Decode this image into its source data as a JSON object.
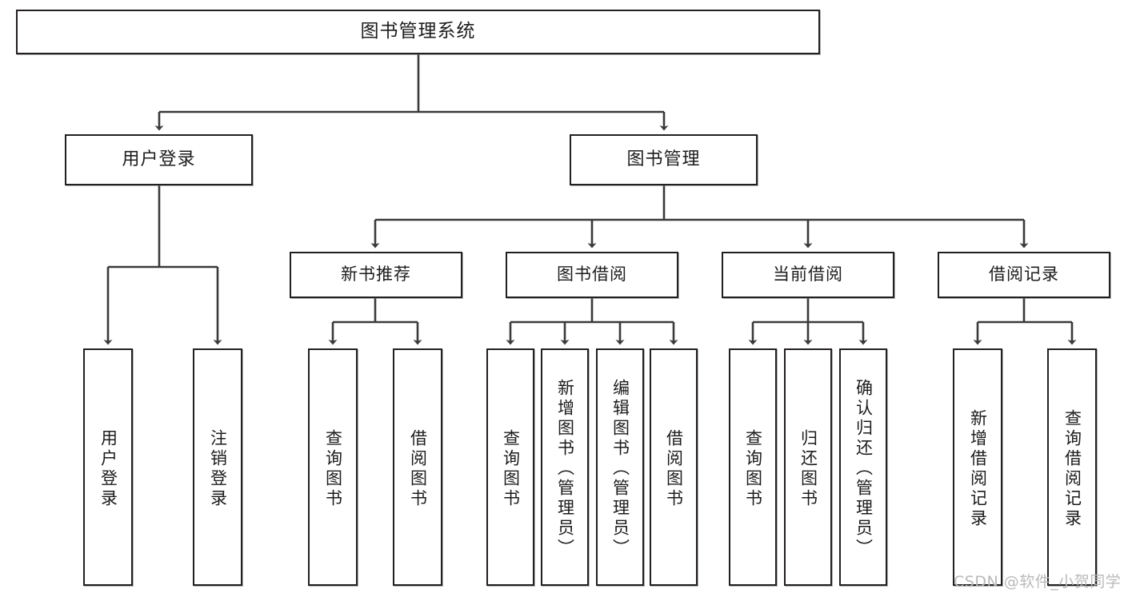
{
  "diagram": {
    "title": "图书管理系统",
    "type": "tree",
    "watermark": "CSDN @软件_小贺同学",
    "colors": {
      "border": "#231f20",
      "fill": "#ffffff",
      "text": "#1c1c1c",
      "edge": "#3a3a3a",
      "watermark": "#b9b9b9"
    },
    "nodes": {
      "root": {
        "label": "图书管理系统",
        "level": 1
      },
      "user_login": {
        "label": "用户登录",
        "level": 2
      },
      "book_manage": {
        "label": "图书管理",
        "level": 2
      },
      "new_book_rec": {
        "label": "新书推荐",
        "level": 3
      },
      "book_borrow": {
        "label": "图书借阅",
        "level": 3
      },
      "current_borrow": {
        "label": "当前借阅",
        "level": 3
      },
      "borrow_record": {
        "label": "借阅记录",
        "level": 3
      },
      "leaf_user_login": {
        "label": "用户登录",
        "level": 3,
        "orientation": "vertical"
      },
      "leaf_user_logout": {
        "label": "注销登录",
        "level": 3,
        "orientation": "vertical"
      },
      "leaf_query_book_1": {
        "label": "查询图书",
        "level": 4,
        "orientation": "vertical"
      },
      "leaf_borrow_book_1": {
        "label": "借阅图书",
        "level": 4,
        "orientation": "vertical"
      },
      "leaf_query_book_2": {
        "label": "查询图书",
        "level": 4,
        "orientation": "vertical"
      },
      "leaf_add_book": {
        "label": "新增图书（管理员）",
        "level": 4,
        "orientation": "vertical"
      },
      "leaf_edit_book": {
        "label": "编辑图书（管理员）",
        "level": 4,
        "orientation": "vertical"
      },
      "leaf_borrow_book_2": {
        "label": "借阅图书",
        "level": 4,
        "orientation": "vertical"
      },
      "leaf_query_book_3": {
        "label": "查询图书",
        "level": 4,
        "orientation": "vertical"
      },
      "leaf_return_book": {
        "label": "归还图书",
        "level": 4,
        "orientation": "vertical"
      },
      "leaf_confirm_return": {
        "label": "确认归还（管理员）",
        "level": 4,
        "orientation": "vertical"
      },
      "leaf_add_record": {
        "label": "新增借阅记录",
        "level": 4,
        "orientation": "vertical"
      },
      "leaf_query_record": {
        "label": "查询借阅记录",
        "level": 4,
        "orientation": "vertical"
      }
    },
    "edges": [
      {
        "from": "root",
        "to": "user_login"
      },
      {
        "from": "root",
        "to": "book_manage"
      },
      {
        "from": "user_login",
        "to": "leaf_user_login"
      },
      {
        "from": "user_login",
        "to": "leaf_user_logout"
      },
      {
        "from": "book_manage",
        "to": "new_book_rec"
      },
      {
        "from": "book_manage",
        "to": "book_borrow"
      },
      {
        "from": "book_manage",
        "to": "current_borrow"
      },
      {
        "from": "book_manage",
        "to": "borrow_record"
      },
      {
        "from": "new_book_rec",
        "to": "leaf_query_book_1"
      },
      {
        "from": "new_book_rec",
        "to": "leaf_borrow_book_1"
      },
      {
        "from": "book_borrow",
        "to": "leaf_query_book_2"
      },
      {
        "from": "book_borrow",
        "to": "leaf_add_book"
      },
      {
        "from": "book_borrow",
        "to": "leaf_edit_book"
      },
      {
        "from": "book_borrow",
        "to": "leaf_borrow_book_2"
      },
      {
        "from": "current_borrow",
        "to": "leaf_query_book_3"
      },
      {
        "from": "current_borrow",
        "to": "leaf_return_book"
      },
      {
        "from": "current_borrow",
        "to": "leaf_confirm_return"
      },
      {
        "from": "borrow_record",
        "to": "leaf_add_record"
      },
      {
        "from": "borrow_record",
        "to": "leaf_query_record"
      }
    ]
  }
}
